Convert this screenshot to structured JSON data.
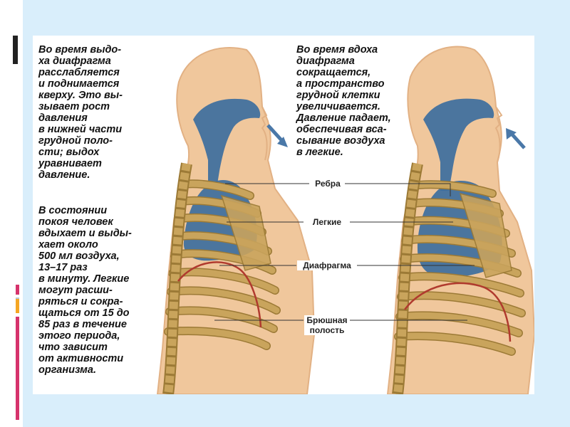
{
  "texts": {
    "exhale": "Во время выдо-\nха диафрагма\nрасслабляется\nи поднимается\nкверху. Это вы-\nзывает рост\nдавления\nв нижней части\nгрудной поло-\nсти; выдох\nуравнивает\nдавление.",
    "rest": "В состоянии\nпокоя человек\nвдыхает и выды-\nхает около\n500 мл воздуха,\n13–17 раз\nв минуту. Легкие\nмогут расши-\nряться и сокра-\nщаться от 15 до\n85 раз в течение\nэтого периода,\nчто зависит\nот активности\nорганизма.",
    "inhale": "Во время вдоха\nдиафрагма\nсокращается,\nа пространство\nгрудной клетки\nувеличивается.\nДавление падает,\nобеспечивая вса-\nсывание воздуха\nв легкие."
  },
  "labels": {
    "ribs": "Ребра",
    "lungs": "Легкие",
    "diaphragm": "Диафрагма",
    "abdomen": "Брюшная\nполость"
  },
  "colors": {
    "slide_background": "#d9eefb",
    "skin": "#f0c79c",
    "skin_dark": "#e2b184",
    "rib": "#c9a45c",
    "rib_outline": "#9c7a36",
    "airway": "#3d6e9e",
    "diaphragm_line": "#b03a2e",
    "arrow": "#4a78a8",
    "accent_orange": "#f5a623",
    "accent_pink": "#d6336c"
  }
}
